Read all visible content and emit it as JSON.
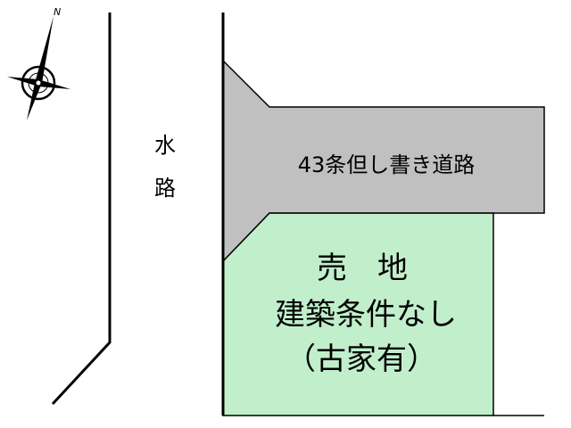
{
  "compass": {
    "north_label": "N",
    "icon": "north-arrow-compass-icon"
  },
  "waterway": {
    "label_line1": "水",
    "label_line2": "路"
  },
  "road": {
    "label": "43条但し書き道路",
    "fill_color": "#c0c0c0"
  },
  "lot": {
    "line1": "売　地",
    "line2": "建築条件なし",
    "line3": "（古家有）",
    "fill_color": "#c1efcc"
  },
  "colors": {
    "line": "#000000",
    "background": "#ffffff"
  }
}
